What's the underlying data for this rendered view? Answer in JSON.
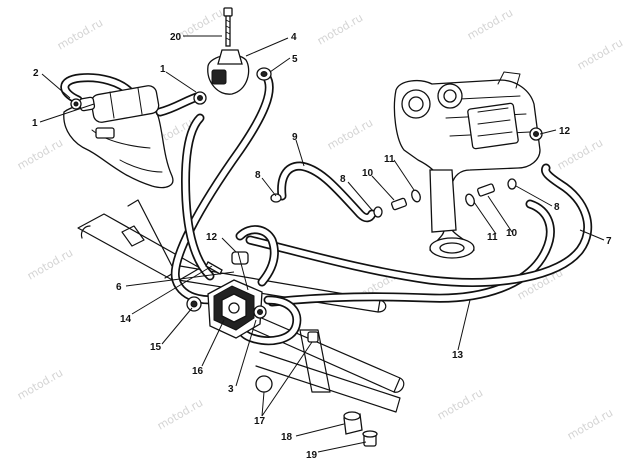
{
  "watermark": "motod.ru",
  "callouts": {
    "c1a": "1",
    "c1b": "1",
    "c2": "2",
    "c3": "3",
    "c4": "4",
    "c5": "5",
    "c6": "6",
    "c7": "7",
    "c8a": "8",
    "c8b": "8",
    "c8c": "8",
    "c9": "9",
    "c10a": "10",
    "c10b": "10",
    "c11a": "11",
    "c11b": "11",
    "c12a": "12",
    "c12b": "12",
    "c13": "13",
    "c14": "14",
    "c15": "15",
    "c16": "16",
    "c17": "17",
    "c18": "18",
    "c19": "19",
    "c20": "20"
  }
}
